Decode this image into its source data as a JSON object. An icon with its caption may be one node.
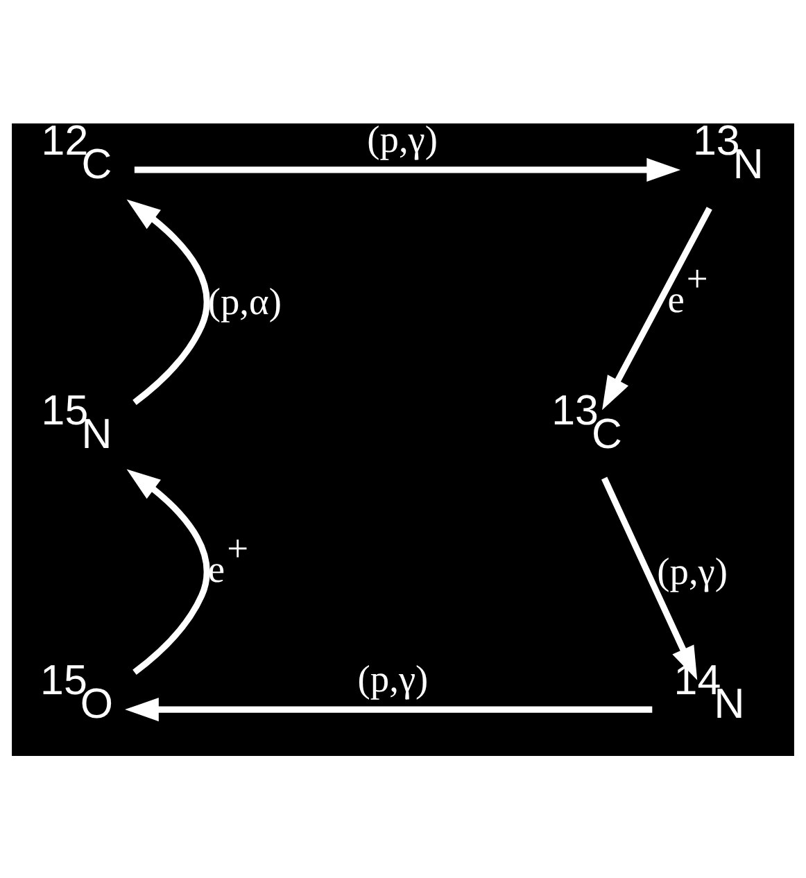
{
  "diagram": {
    "nodes": [
      {
        "text": [
          "$^{12}$C"
        ]
      },
      {
        "text": [
          "$^{13}$N"
        ]
      },
      {
        "text": [
          "$^{15}$N"
        ]
      },
      {
        "text": [
          "$^{13}$C"
        ]
      },
      {
        "text": [
          "$^{15}$O"
        ]
      },
      {
        "text": [
          "$^{14}$N"
        ]
      }
    ],
    "edges": [
      {
        "from": 0,
        "to": 1,
        "arrow": "to",
        "label": "(p,γ)"
      },
      {
        "from": 1,
        "to": 3,
        "arrow": "to",
        "label": "e$^{+}$"
      },
      {
        "from": 3,
        "to": 5,
        "arrow": "to",
        "label": "(p,γ)"
      },
      {
        "from": 5,
        "to": 4,
        "arrow": "to",
        "label": "(p,γ)"
      },
      {
        "from": 4,
        "to": 2,
        "arrow": "to",
        "label": "e$^{+}$"
      },
      {
        "from": 2,
        "to": 0,
        "arrow": "to",
        "label": "(p,α)"
      }
    ]
  }
}
